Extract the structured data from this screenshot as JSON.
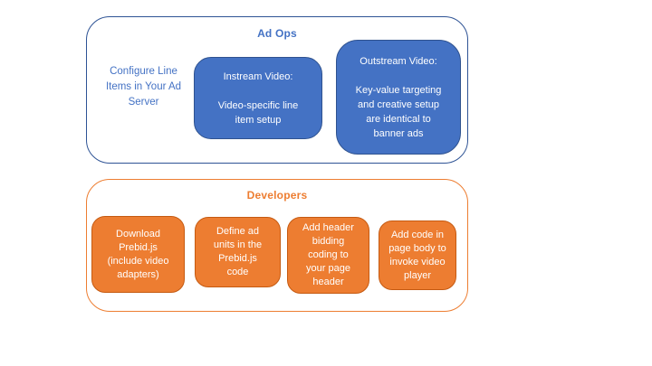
{
  "colors": {
    "background": "#FFFFFF",
    "blue_fill": "#4472C4",
    "blue_box_border": "#2F528F",
    "blue_container_border": "#2E5395",
    "blue_text": "#4472C4",
    "orange_fill": "#ED7D31",
    "orange_box_border": "#C55A11",
    "orange_container_border": "#ED7D31",
    "orange_text": "#ED7D31",
    "box_text": "#FFFFFF"
  },
  "ad_ops": {
    "title": "Ad Ops",
    "side_note": "Configure Line\nItems in Your Ad\nServer",
    "boxes": [
      {
        "name": "instream",
        "text": "Instream Video:\n\nVideo-specific line\nitem setup"
      },
      {
        "name": "outstream",
        "text": "Outstream Video:\n\nKey-value targeting\nand creative setup\nare identical to\nbanner ads"
      }
    ]
  },
  "developers": {
    "title": "Developers",
    "boxes": [
      {
        "name": "download-prebid",
        "text": "Download\nPrebid.js\n(include video\nadapters)"
      },
      {
        "name": "define-ad-units",
        "text": "Define ad\nunits in the\nPrebid.js\ncode"
      },
      {
        "name": "add-header-bidding",
        "text": "Add header\nbidding\ncoding to\nyour page\nheader"
      },
      {
        "name": "add-page-body-code",
        "text": "Add code in\npage body to\ninvoke video\nplayer"
      }
    ]
  }
}
